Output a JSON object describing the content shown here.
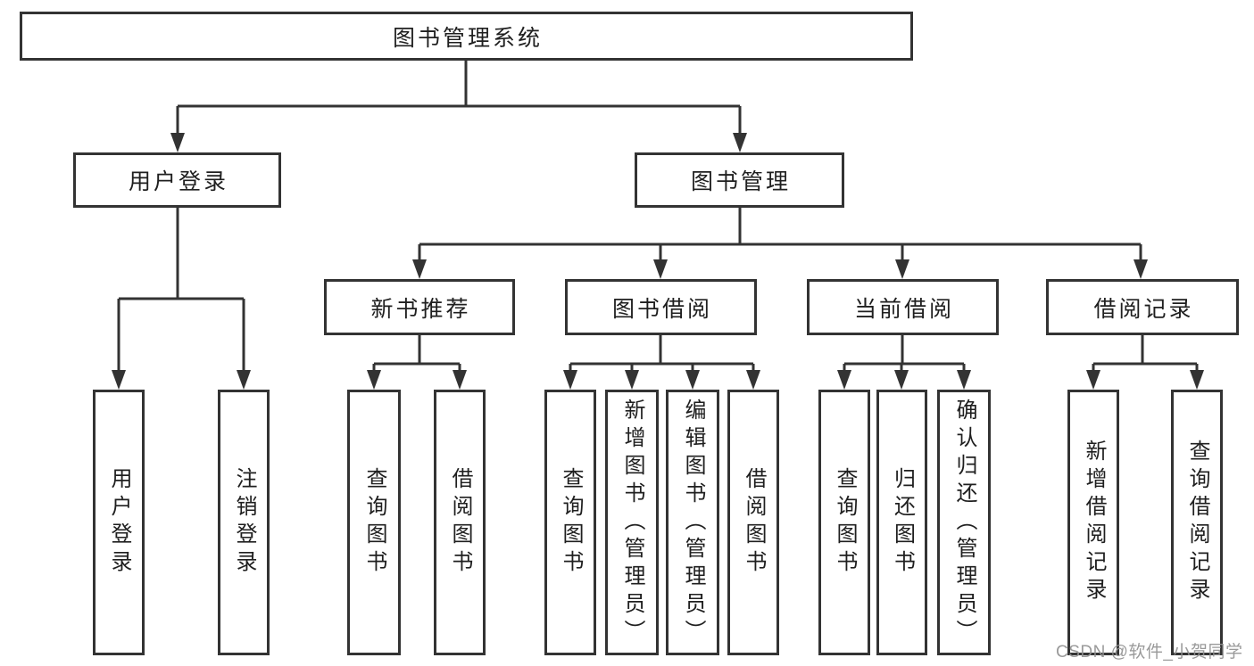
{
  "diagram": {
    "root": {
      "label": "图书管理系统"
    },
    "level2": {
      "user_login": {
        "label": "用户登录"
      },
      "book_management": {
        "label": "图书管理"
      }
    },
    "level3": {
      "new_book_recommend": {
        "label": "新书推荐"
      },
      "book_borrow": {
        "label": "图书借阅"
      },
      "current_borrow": {
        "label": "当前借阅"
      },
      "borrow_records": {
        "label": "借阅记录"
      }
    },
    "leaves": {
      "user_login": [
        "用户登录",
        "注销登录"
      ],
      "new_book_recommend": [
        "查询图书",
        "借阅图书"
      ],
      "book_borrow": [
        "查询图书",
        "新增图书（管理员）",
        "编辑图书（管理员）",
        "借阅图书"
      ],
      "current_borrow": [
        "查询图书",
        "归还图书",
        "确认归还（管理员）"
      ],
      "borrow_records": [
        "新增借阅记录",
        "查询借阅记录"
      ]
    },
    "watermark": "CSDN @软件_小贺同学",
    "colors": {
      "line": "#333333",
      "text": "#1f1f1f",
      "watermark": "#919191",
      "background": "#ffffff"
    }
  }
}
